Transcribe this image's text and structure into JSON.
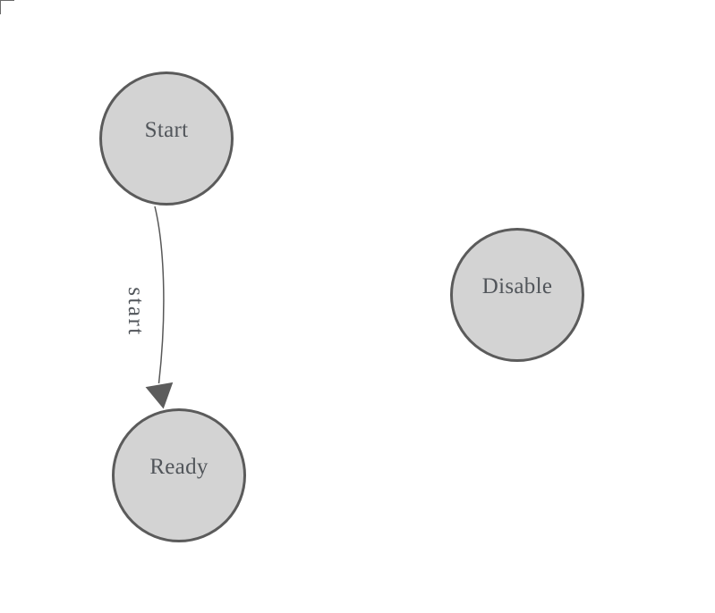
{
  "diagram": {
    "nodes": [
      {
        "label": "Start"
      },
      {
        "label": "Ready"
      },
      {
        "label": "Disable"
      }
    ],
    "edge": {
      "from": "Start",
      "to": "Ready",
      "label": "start"
    },
    "colors": {
      "node_fill": "#d3d3d3",
      "node_stroke": "#5b5b5b",
      "edge_stroke": "#585858",
      "arrowhead_fill": "#5c5c5c",
      "label_text": "#51555a",
      "background": "#ffffff"
    }
  }
}
